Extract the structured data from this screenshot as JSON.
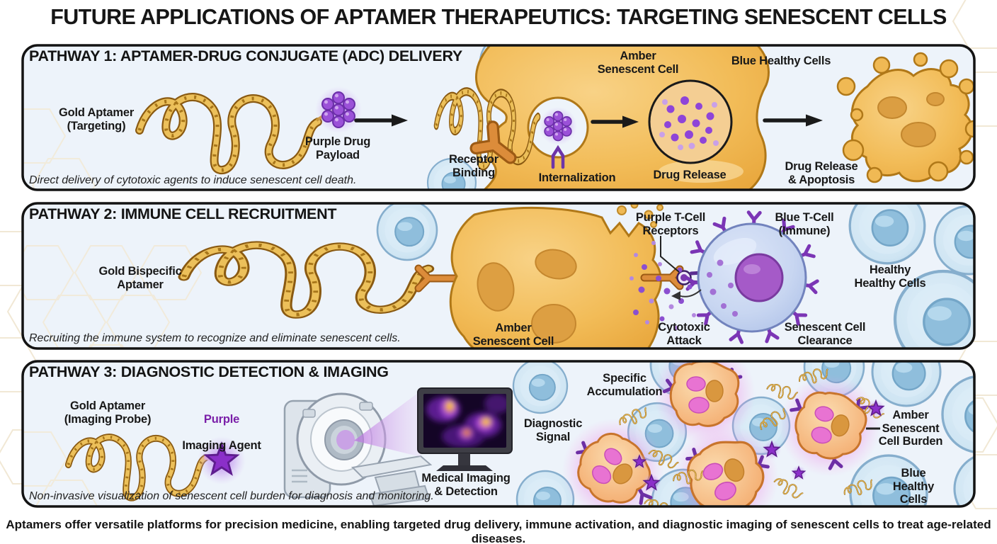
{
  "title": "FUTURE APPLICATIONS OF APTAMER THERAPEUTICS: TARGETING SENESCENT CELLS",
  "footer": "Aptamers offer versatile platforms for precision medicine, enabling targeted drug delivery, immune activation, and diagnostic imaging of senescent cells to treat age-related diseases.",
  "colors": {
    "gold_aptamer": "#D9A93E",
    "amber_cell": "#F3BC5C",
    "purple_drug": "#9B51D8",
    "lavender_glow": "#C9A0E8",
    "blue_cell": "#C6DFF0",
    "t_cell_nucleus": "#A55AC8",
    "magenta_glow": "#E95FD8",
    "panel_bg": "#EDF3FA",
    "ink": "#111111"
  },
  "panels": {
    "p1": {
      "heading": "PATHWAY 1: APTAMER-DRUG CONJUGATE (ADC) DELIVERY",
      "caption": "Direct delivery of cytotoxic agents to induce senescent cell death.",
      "labels": {
        "gold_aptamer": "Gold Aptamer\n(Targeting)",
        "purple_drug_payload": "Purple Drug\nPayload",
        "receptor_binding": "Receptor\nBinding",
        "internalization": "Internalization",
        "amber_senescent_cell": "Amber\nSenescent Cell",
        "blue_healthy_cells": "Blue Healthy Cells",
        "drug_release": "Drug Release",
        "drug_release_apoptosis": "Drug Release\n& Apoptosis"
      }
    },
    "p2": {
      "heading": "PATHWAY 2: IMMUNE CELL RECRUITMENT",
      "caption": "Recruiting the immune system to recognize and eliminate senescent cells.",
      "labels": {
        "gold_bispecific_aptamer": "Gold Bispecific\nAptamer",
        "amber_senescent_cell": "Amber\nSenescent Cell",
        "purple_tcell_receptors": "Purple T-Cell\nReceptors",
        "blue_tcell_immune": "Blue T-Cell\n(Immune)",
        "cytotoxic_attack": "Cytotoxic\nAttack",
        "senescent_cell_clearance": "Senescent Cell\nClearance",
        "healthy_cells": "Healthy\nHealthy Cells"
      }
    },
    "p3": {
      "heading": "PATHWAY 3: DIAGNOSTIC DETECTION & IMAGING",
      "caption": "Non-invasive visualization of senescent cell burden for diagnosis and monitoring.",
      "labels": {
        "gold_aptamer_probe": "Gold Aptamer\n(Imaging Probe)",
        "purple_word": "Purple",
        "imaging_agent": "Imaging Agent",
        "medical_imaging_detection": "Medical Imaging\n& Detection",
        "diagnostic_signal": "Diagnostic\nSignal",
        "specific_accumulation": "Specific\nAccumulation",
        "amber_senescent_cell_burden": "Amber\nSenescent\nCell Burden",
        "blue_healthy_cells": "Blue\nHealthy\nCells"
      }
    }
  }
}
